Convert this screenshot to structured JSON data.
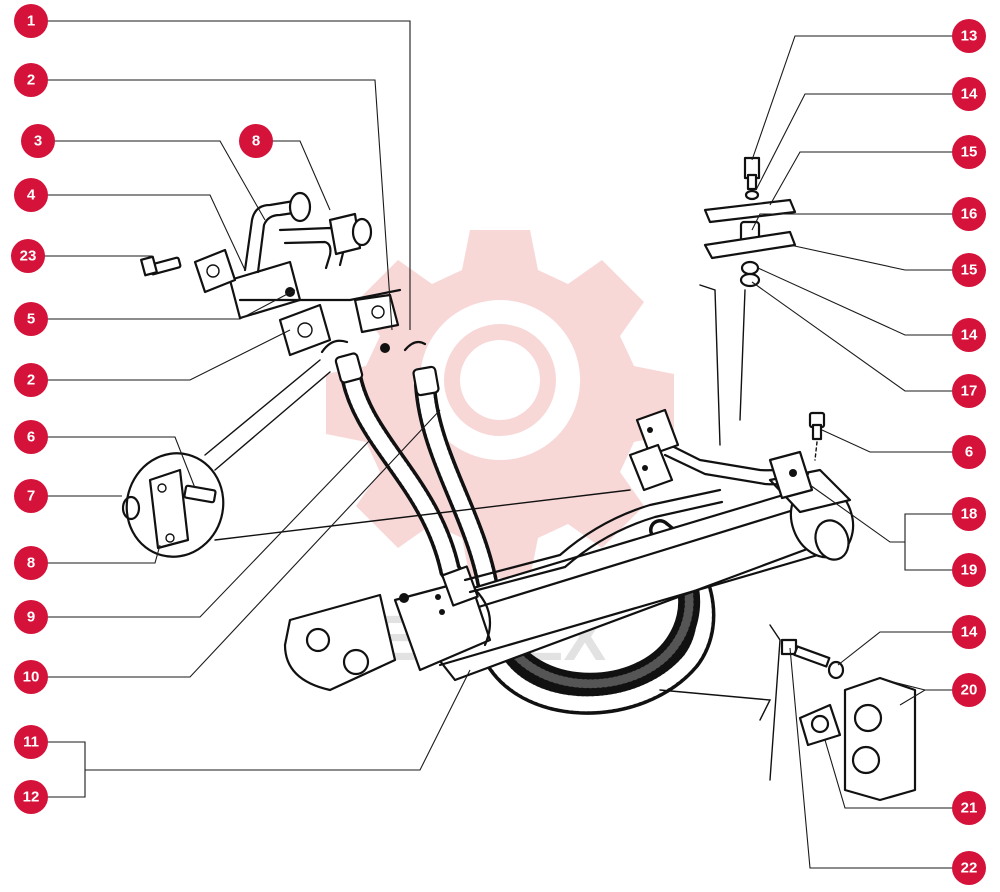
{
  "watermark": {
    "text": "ENITEX",
    "color": "#f3b7b7"
  },
  "accent_color": "#d4123a",
  "callouts": [
    "1",
    "2",
    "3",
    "8",
    "4",
    "23",
    "5",
    "2",
    "6",
    "7",
    "8",
    "9",
    "10",
    "11",
    "12",
    "13",
    "14",
    "15",
    "16",
    "15",
    "14",
    "17",
    "6",
    "18",
    "19",
    "14",
    "20",
    "21",
    "22"
  ]
}
